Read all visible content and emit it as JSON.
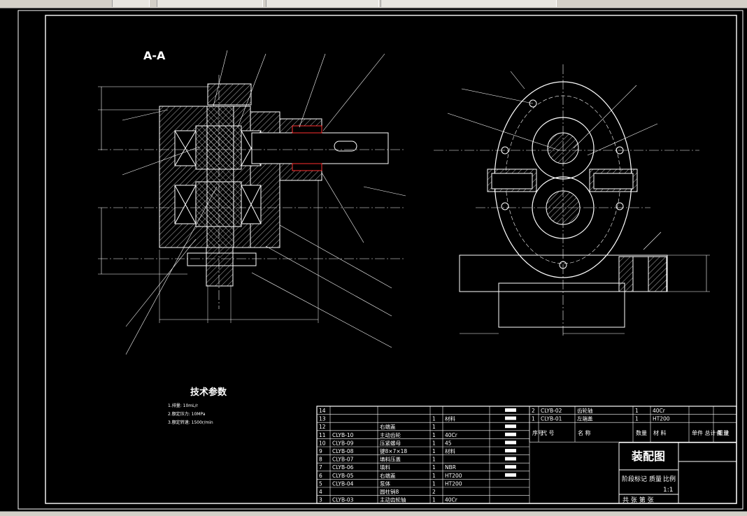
{
  "toolbar": {
    "cells": [
      "",
      "",
      "",
      ""
    ]
  },
  "section_label": "A-A",
  "tech_params": {
    "title": "技术参数",
    "lines": [
      "1.排量: 10mL/r",
      "2.额定压力: 10MPa",
      "3.额定转速: 1500r/min"
    ]
  },
  "bom_rows": [
    {
      "no": "14",
      "code": "",
      "name": "",
      "qty": "",
      "mat": ""
    },
    {
      "no": "13",
      "code": "",
      "name": "",
      "qty": "1",
      "mat": "材料"
    },
    {
      "no": "12",
      "code": "",
      "name": "右端盖",
      "qty": "1",
      "mat": ""
    },
    {
      "no": "11",
      "code": "CLYB-10",
      "name": "主动齿轮",
      "qty": "1",
      "mat": "40Cr"
    },
    {
      "no": "10",
      "code": "CLYB-09",
      "name": "压紧螺母",
      "qty": "1",
      "mat": "45"
    },
    {
      "no": "9",
      "code": "CLYB-08",
      "name": "键8×7×18",
      "qty": "1",
      "mat": "材料"
    },
    {
      "no": "8",
      "code": "CLYB-07",
      "name": "填料压盖",
      "qty": "1",
      "mat": ""
    },
    {
      "no": "7",
      "code": "CLYB-06",
      "name": "填料",
      "qty": "1",
      "mat": "NBR"
    },
    {
      "no": "6",
      "code": "CLYB-05",
      "name": "右端盖",
      "qty": "1",
      "mat": "HT200"
    },
    {
      "no": "5",
      "code": "CLYB-04",
      "name": "泵体",
      "qty": "1",
      "mat": "HT200"
    },
    {
      "no": "4",
      "code": "",
      "name": "圆柱销8",
      "qty": "2",
      "mat": ""
    },
    {
      "no": "3",
      "code": "CLYB-03",
      "name": "主动齿轮轴",
      "qty": "1",
      "mat": "40Cr"
    }
  ],
  "bom_top_right": [
    {
      "no": "2",
      "code": "CLYB-02",
      "name": "齿轮轴",
      "qty": "1",
      "mat": "40Cr"
    },
    {
      "no": "1",
      "code": "CLYB-01",
      "name": "左端盖",
      "qty": "1",
      "mat": "HT200"
    }
  ],
  "bom_header": {
    "no": "序号",
    "code": "代 号",
    "name": "名 称",
    "qty": "数量",
    "mat": "材 料",
    "weight": "单件 总计 重量",
    "remark": "备 注"
  },
  "title_block": {
    "title": "装配图",
    "stage": "阶段标记",
    "weight": "质量",
    "scale_label": "比例",
    "scale": "1:1",
    "sheets": "共 张 第 张"
  },
  "colors": {
    "bg": "#000000",
    "line": "#ffffff",
    "cyan": "#00ffff",
    "red": "#ff3030"
  }
}
